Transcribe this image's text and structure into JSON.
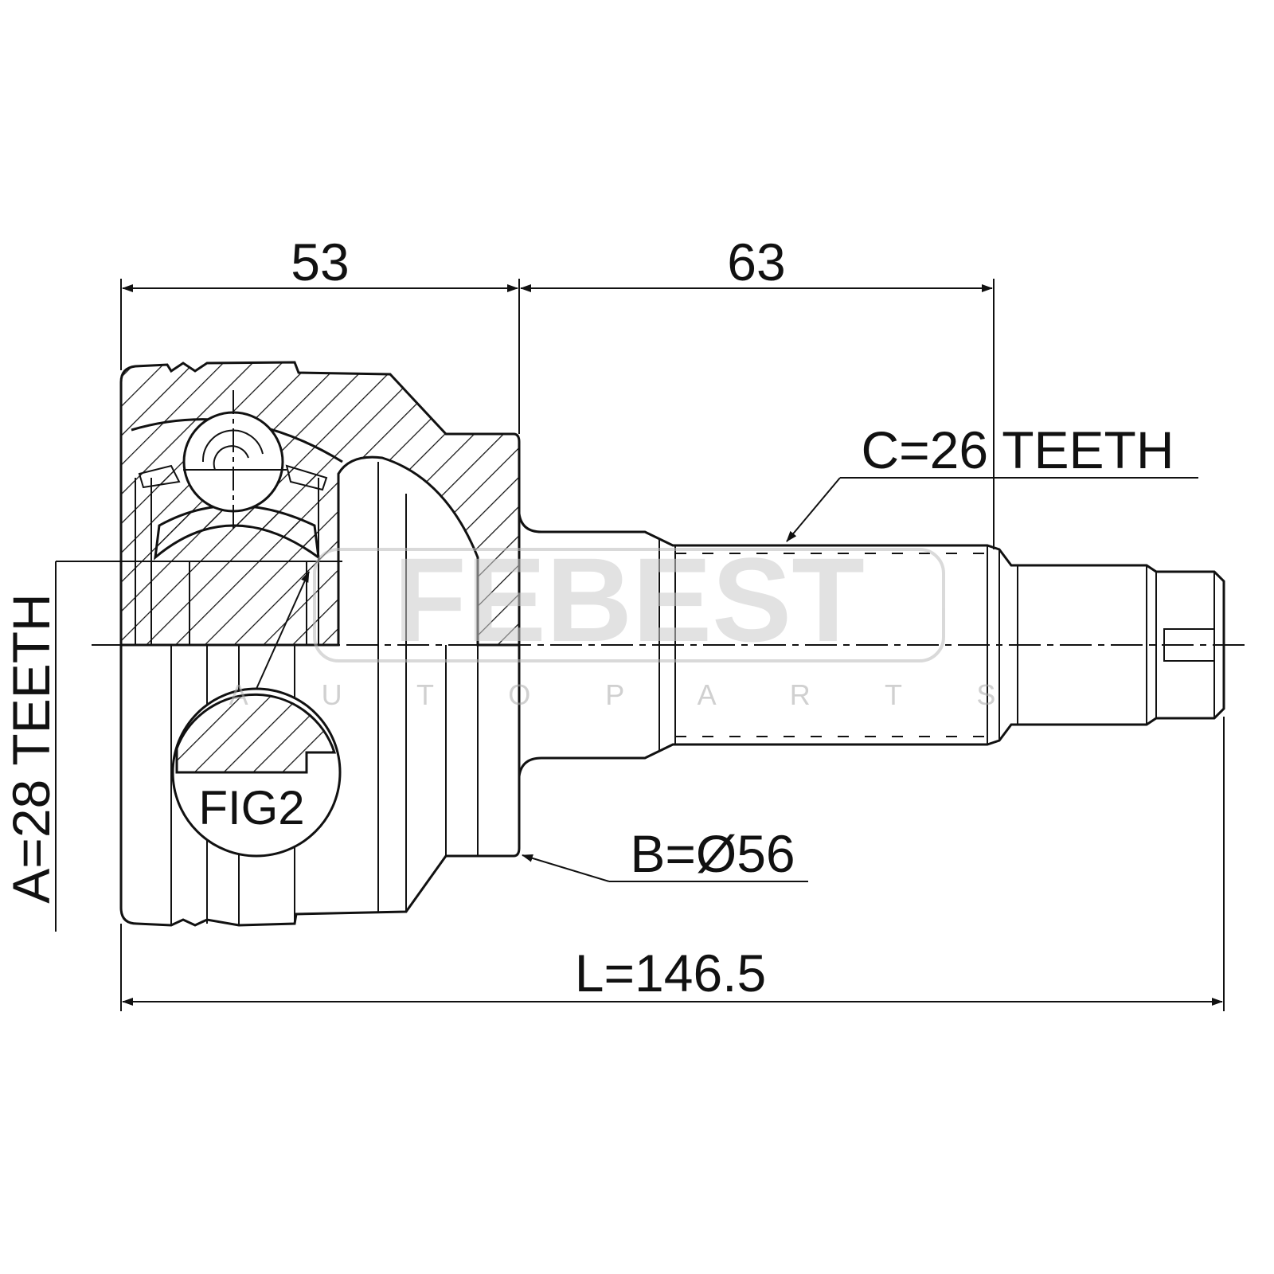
{
  "dimensions": {
    "housing_length": "53",
    "shaft_length": "63",
    "total_length": "L=146.5",
    "outer_diameter": "B=Ø56",
    "inner_spline": "A=28 TEETH",
    "outer_spline": "C=26 TEETH"
  },
  "figure_label": "FIG2",
  "watermark": {
    "brand": "FEBEST",
    "tagline": "A U T O   P A R T S"
  }
}
